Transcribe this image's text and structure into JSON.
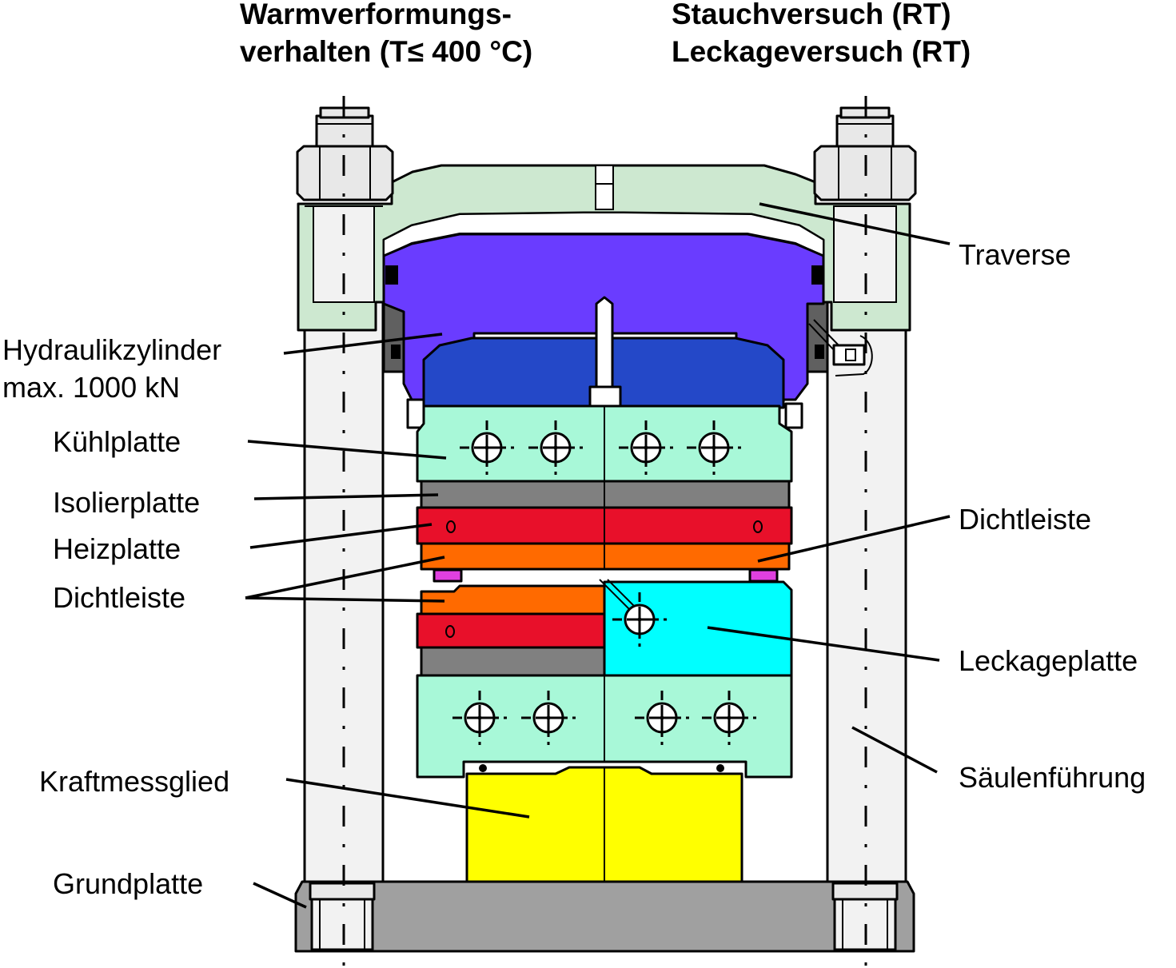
{
  "headers": {
    "left_line1": "Warmverformungs-",
    "left_line2": "verhalten   (T≤ 400 °C)",
    "right_line1": "Stauchversuch   (RT)",
    "right_line2": "Leckageversuch   (RT)"
  },
  "labels": {
    "traverse": "Traverse",
    "hydraulik_line1": "Hydraulikzylinder",
    "hydraulik_line2": "max. 1000 kN",
    "kuehlplatte": "Kühlplatte",
    "isolierplatte": "Isolierplatte",
    "heizplatte": "Heizplatte",
    "dichtleiste_left": "Dichtleiste",
    "dichtleiste_right": "Dichtleiste",
    "leckageplatte": "Leckageplatte",
    "saeulenfuehrung": "Säulenführung",
    "kraftmessglied": "Kraftmessglied",
    "grundplatte": "Grundplatte"
  },
  "colors": {
    "traverse": "#cde8d0",
    "cylinder": "#6a3cff",
    "piston": "#2448c8",
    "cooling": "#a8f8d8",
    "insulation": "#808080",
    "heating": "#e8102a",
    "seal_bar": "#ff6a00",
    "seal_strip": "#e040e0",
    "leakage": "#00ffff",
    "load_cell": "#ffff00",
    "base": "#a0a0a0",
    "column": "#f2f2f2",
    "dark_gray": "#606060"
  }
}
